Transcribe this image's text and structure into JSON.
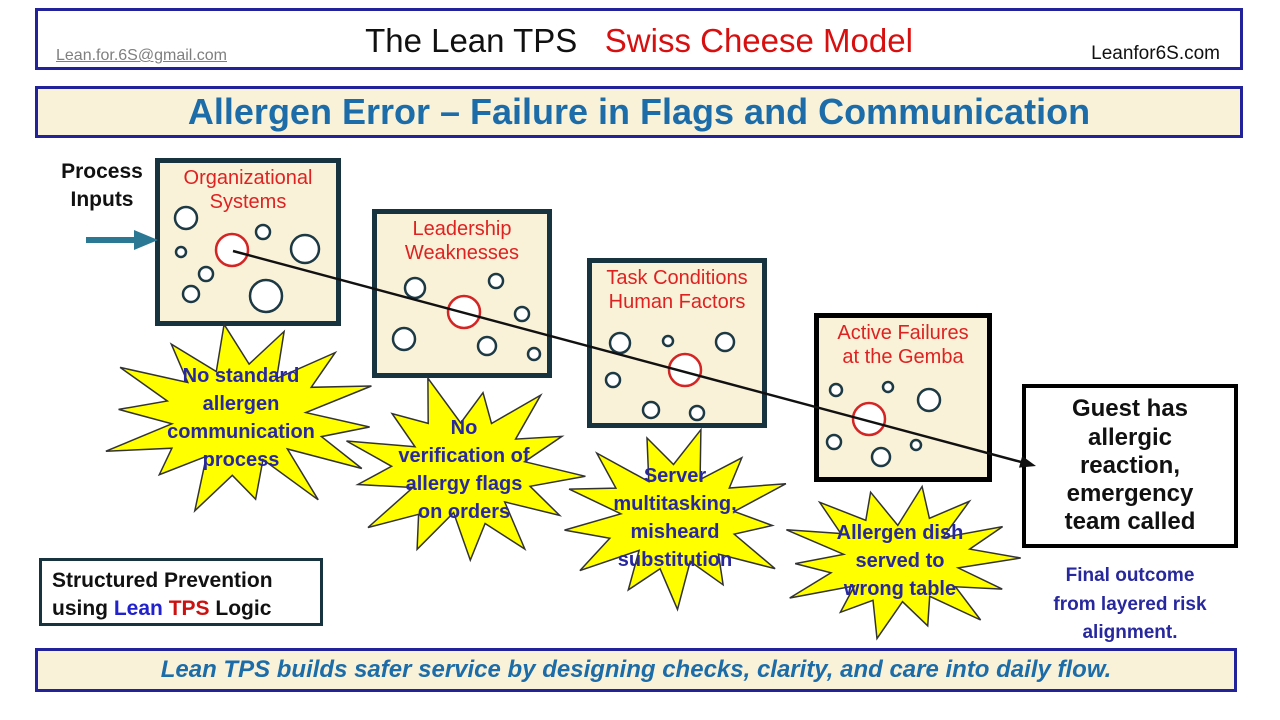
{
  "header": {
    "email": "Lean.for.6S@gmail.com",
    "title_black": "The Lean TPS",
    "title_red": "Swiss Cheese Model",
    "site": "Leanfor6S.com"
  },
  "banner": {
    "title": "Allergen Error – Failure in Flags and Communication"
  },
  "process_inputs": {
    "label": "Process\nInputs"
  },
  "slices": [
    {
      "label": "Organizational\nSystems"
    },
    {
      "label": "Leadership\nWeaknesses"
    },
    {
      "label": "Task Conditions\nHuman Factors"
    },
    {
      "label": "Active Failures\nat the Gemba"
    }
  ],
  "failures": [
    {
      "label": "No standard\nallergen\ncommunication\nprocess"
    },
    {
      "label": "No\nverification of\nallergy flags\non orders"
    },
    {
      "label": "Server\nmultitasking,\nmisheard\nsubstitution"
    },
    {
      "label": "Allergen dish\nserved to\nwrong table"
    }
  ],
  "outcome": {
    "box": "Guest has\nallergic\nreaction,\nemergency\nteam called",
    "note": "Final outcome\nfrom layered risk\nalignment."
  },
  "prevention": {
    "line1": "Structured Prevention",
    "line2_pre": "using ",
    "lean": "Lean",
    "tps": "TPS",
    "line2_post": " Logic"
  },
  "footer": {
    "message": "Lean TPS builds safer service by designing checks, clarity, and care into daily flow."
  },
  "colors": {
    "cream": "#FAF2D8",
    "navy": "#22229B",
    "heading_blue": "#1B6CA8",
    "red_text": "#DE2222",
    "slice_border": "#17333F",
    "starburst_yellow": "#FFFF00",
    "starburst_text": "#28289E",
    "arrow_teal": "#2B7894",
    "lean_blue": "#2222CC",
    "tps_red": "#CC1111"
  }
}
